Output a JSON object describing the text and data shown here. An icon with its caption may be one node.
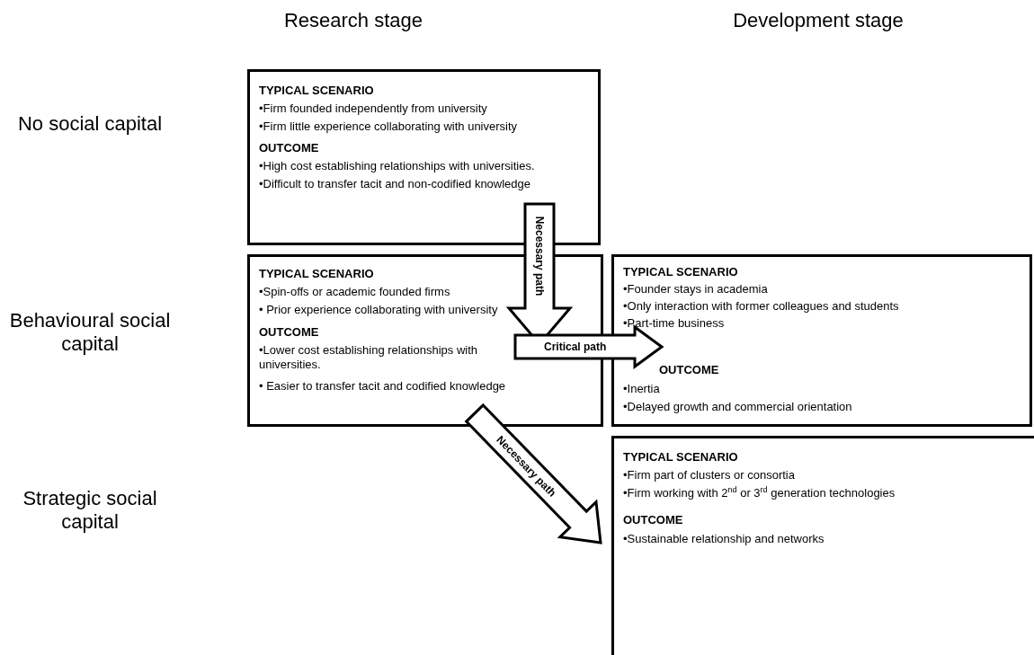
{
  "diagram": {
    "nodes": [
      {
        "text": [
          "TYPICAL SCENARIO",
          "•Firm founded independently from university",
          "•Firm little experience collaborating with university",
          "OUTCOME",
          "•High cost establishing relationships with universities.",
          "•Difficult to transfer tacit and non-codified knowledge"
        ]
      },
      {
        "text": [
          "TYPICAL SCENARIO",
          "•Spin-offs or academic founded firms",
          "• Prior experience collaborating with university",
          "OUTCOME",
          "•Lower cost establishing relationships with universities.",
          "• Easier to transfer tacit and codified knowledge"
        ]
      },
      {
        "text": [
          "TYPICAL SCENARIO",
          "•Founder stays in academia",
          "•Only interaction with former colleagues and students",
          "•Part-time business",
          "OUTCOME",
          "•Inertia",
          "•Delayed growth and commercial orientation"
        ]
      },
      {
        "text": [
          "TYPICAL SCENARIO",
          "•Firm part of clusters or consortia",
          "•Firm working with 2$^{nd}$ or 3$^{rd}$ generation technologies",
          "OUTCOME",
          "•Sustainable relationship and networks"
        ]
      }
    ],
    "edges": [
      {
        "from": 0,
        "to": 1,
        "arrow": "to",
        "label": "Necessary path",
        "style": "thick"
      },
      {
        "from": 1,
        "to": 2,
        "arrow": "to",
        "label": "Critical path",
        "style": "thick"
      },
      {
        "from": 1,
        "to": 3,
        "arrow": "to",
        "label": "Necessary path",
        "style": "thick"
      }
    ],
    "labels": [
      "Research stage",
      "Development stage",
      "No social capital",
      "Behavioural social capital",
      "Strategic social capital"
    ]
  }
}
